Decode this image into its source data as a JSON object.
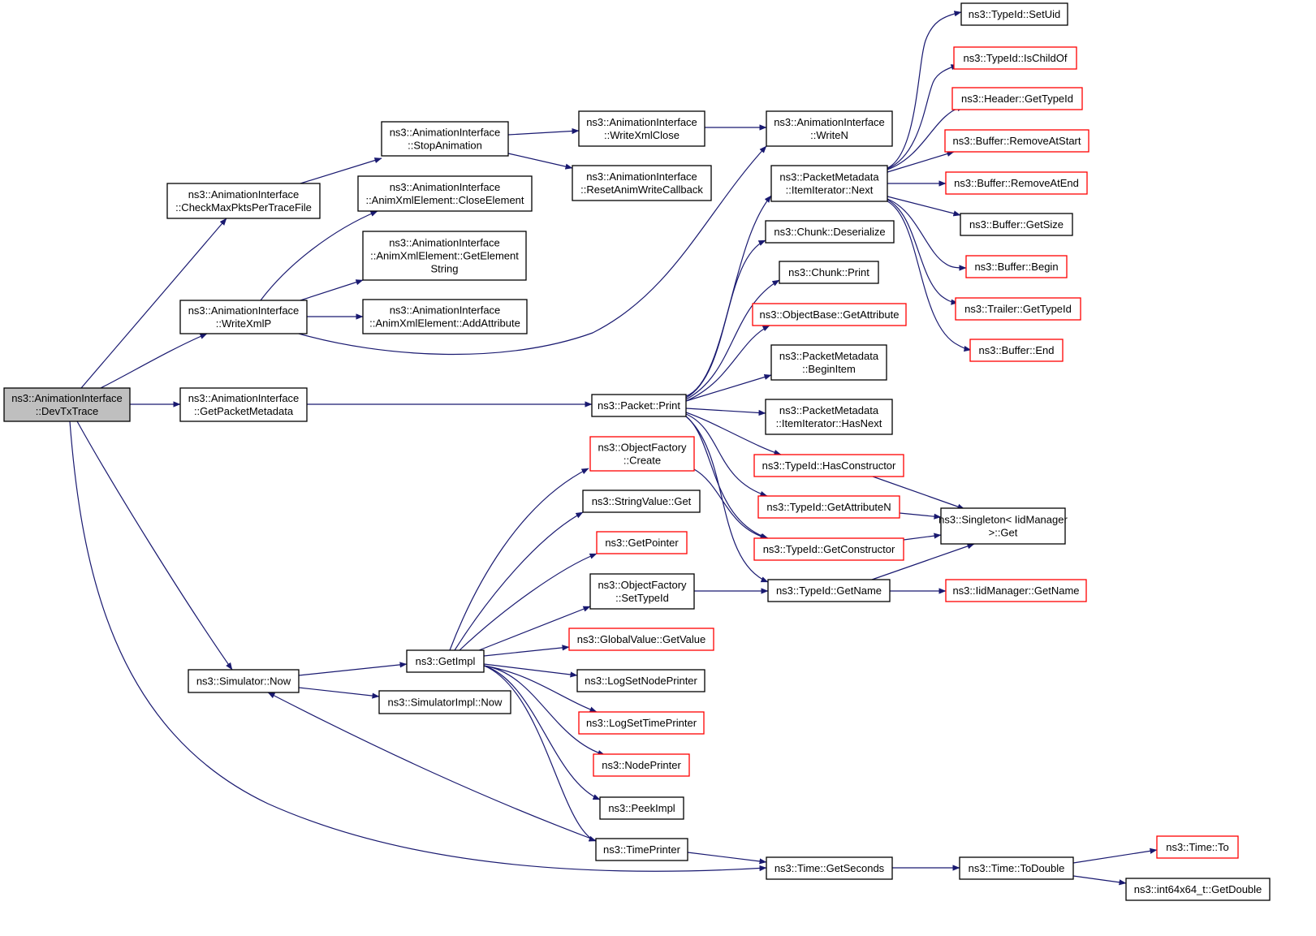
{
  "colors": {
    "edge": "#191970",
    "normal_border": "#000000",
    "truncated_border": "#ff0000",
    "root_fill": "#bfbfbf",
    "node_fill": "#ffffff"
  },
  "nodes": [
    {
      "id": "devtx",
      "lines": [
        "ns3::AnimationInterface",
        "::DevTxTrace"
      ],
      "kind": "root"
    },
    {
      "id": "checkmax",
      "lines": [
        "ns3::AnimationInterface",
        "::CheckMaxPktsPerTraceFile"
      ],
      "kind": "normal"
    },
    {
      "id": "writexmlp",
      "lines": [
        "ns3::AnimationInterface",
        "::WriteXmlP"
      ],
      "kind": "normal"
    },
    {
      "id": "getpktmeta",
      "lines": [
        "ns3::AnimationInterface",
        "::GetPacketMetadata"
      ],
      "kind": "normal"
    },
    {
      "id": "simnow",
      "lines": [
        "ns3::Simulator::Now"
      ],
      "kind": "normal"
    },
    {
      "id": "stopanim",
      "lines": [
        "ns3::AnimationInterface",
        "::StopAnimation"
      ],
      "kind": "normal"
    },
    {
      "id": "closeel",
      "lines": [
        "ns3::AnimationInterface",
        "::AnimXmlElement::CloseElement"
      ],
      "kind": "normal"
    },
    {
      "id": "getelstr",
      "lines": [
        "ns3::AnimationInterface",
        "::AnimXmlElement::GetElement",
        "String"
      ],
      "kind": "normal"
    },
    {
      "id": "addattr",
      "lines": [
        "ns3::AnimationInterface",
        "::AnimXmlElement::AddAttribute"
      ],
      "kind": "normal"
    },
    {
      "id": "writexmlclose",
      "lines": [
        "ns3::AnimationInterface",
        "::WriteXmlClose"
      ],
      "kind": "normal"
    },
    {
      "id": "resetanim",
      "lines": [
        "ns3::AnimationInterface",
        "::ResetAnimWriteCallback"
      ],
      "kind": "normal"
    },
    {
      "id": "writen",
      "lines": [
        "ns3::AnimationInterface",
        "::WriteN"
      ],
      "kind": "normal"
    },
    {
      "id": "pktprint",
      "lines": [
        "ns3::Packet::Print"
      ],
      "kind": "normal"
    },
    {
      "id": "getimpl",
      "lines": [
        "ns3::GetImpl"
      ],
      "kind": "normal"
    },
    {
      "id": "simimplnow",
      "lines": [
        "ns3::SimulatorImpl::Now"
      ],
      "kind": "normal"
    },
    {
      "id": "itnext",
      "lines": [
        "ns3::PacketMetadata",
        "::ItemIterator::Next"
      ],
      "kind": "normal"
    },
    {
      "id": "chunkdeser",
      "lines": [
        "ns3::Chunk::Deserialize"
      ],
      "kind": "normal"
    },
    {
      "id": "chunkprint",
      "lines": [
        "ns3::Chunk::Print"
      ],
      "kind": "normal"
    },
    {
      "id": "objgetattr",
      "lines": [
        "ns3::ObjectBase::GetAttribute"
      ],
      "kind": "truncated"
    },
    {
      "id": "beginitem",
      "lines": [
        "ns3::PacketMetadata",
        "::BeginItem"
      ],
      "kind": "normal"
    },
    {
      "id": "hasnext",
      "lines": [
        "ns3::PacketMetadata",
        "::ItemIterator::HasNext"
      ],
      "kind": "normal"
    },
    {
      "id": "hasctor",
      "lines": [
        "ns3::TypeId::HasConstructor"
      ],
      "kind": "truncated"
    },
    {
      "id": "getattrn",
      "lines": [
        "ns3::TypeId::GetAttributeN"
      ],
      "kind": "truncated"
    },
    {
      "id": "getctor",
      "lines": [
        "ns3::TypeId::GetConstructor"
      ],
      "kind": "truncated"
    },
    {
      "id": "tidgetname",
      "lines": [
        "ns3::TypeId::GetName"
      ],
      "kind": "normal"
    },
    {
      "id": "ofcreate",
      "lines": [
        "ns3::ObjectFactory",
        "::Create"
      ],
      "kind": "truncated"
    },
    {
      "id": "strvalget",
      "lines": [
        "ns3::StringValue::Get"
      ],
      "kind": "normal"
    },
    {
      "id": "getpointer",
      "lines": [
        "ns3::GetPointer"
      ],
      "kind": "truncated"
    },
    {
      "id": "ofsettypeid",
      "lines": [
        "ns3::ObjectFactory",
        "::SetTypeId"
      ],
      "kind": "normal"
    },
    {
      "id": "gvgetvalue",
      "lines": [
        "ns3::GlobalValue::GetValue"
      ],
      "kind": "truncated"
    },
    {
      "id": "logsetnode",
      "lines": [
        "ns3::LogSetNodePrinter"
      ],
      "kind": "normal"
    },
    {
      "id": "logsettime",
      "lines": [
        "ns3::LogSetTimePrinter"
      ],
      "kind": "truncated"
    },
    {
      "id": "nodeprinter",
      "lines": [
        "ns3::NodePrinter"
      ],
      "kind": "truncated"
    },
    {
      "id": "peekimpl",
      "lines": [
        "ns3::PeekImpl"
      ],
      "kind": "normal"
    },
    {
      "id": "timeprinter",
      "lines": [
        "ns3::TimePrinter"
      ],
      "kind": "normal"
    },
    {
      "id": "timegetsec",
      "lines": [
        "ns3::Time::GetSeconds"
      ],
      "kind": "normal"
    },
    {
      "id": "timetodouble",
      "lines": [
        "ns3::Time::ToDouble"
      ],
      "kind": "normal"
    },
    {
      "id": "timeto",
      "lines": [
        "ns3::Time::To"
      ],
      "kind": "truncated"
    },
    {
      "id": "int64getdouble",
      "lines": [
        "ns3::int64x64_t::GetDouble"
      ],
      "kind": "normal"
    },
    {
      "id": "singleton",
      "lines": [
        "ns3::Singleton< IidManager",
        ">::Get"
      ],
      "kind": "normal"
    },
    {
      "id": "iidgetname",
      "lines": [
        "ns3::IidManager::GetName"
      ],
      "kind": "truncated"
    },
    {
      "id": "setuid",
      "lines": [
        "ns3::TypeId::SetUid"
      ],
      "kind": "normal"
    },
    {
      "id": "ischildof",
      "lines": [
        "ns3::TypeId::IsChildOf"
      ],
      "kind": "truncated"
    },
    {
      "id": "hdrgettypeid",
      "lines": [
        "ns3::Header::GetTypeId"
      ],
      "kind": "truncated"
    },
    {
      "id": "bufremstart",
      "lines": [
        "ns3::Buffer::RemoveAtStart"
      ],
      "kind": "truncated"
    },
    {
      "id": "bufremend",
      "lines": [
        "ns3::Buffer::RemoveAtEnd"
      ],
      "kind": "truncated"
    },
    {
      "id": "bufgetsize",
      "lines": [
        "ns3::Buffer::GetSize"
      ],
      "kind": "normal"
    },
    {
      "id": "bufbegin",
      "lines": [
        "ns3::Buffer::Begin"
      ],
      "kind": "truncated"
    },
    {
      "id": "trlgettypeid",
      "lines": [
        "ns3::Trailer::GetTypeId"
      ],
      "kind": "truncated"
    },
    {
      "id": "bufend",
      "lines": [
        "ns3::Buffer::End"
      ],
      "kind": "truncated"
    }
  ],
  "edges": [
    [
      "devtx",
      "checkmax"
    ],
    [
      "devtx",
      "writexmlp"
    ],
    [
      "devtx",
      "getpktmeta"
    ],
    [
      "devtx",
      "simnow"
    ],
    [
      "devtx",
      "timegetsec"
    ],
    [
      "checkmax",
      "stopanim"
    ],
    [
      "stopanim",
      "writexmlclose"
    ],
    [
      "stopanim",
      "resetanim"
    ],
    [
      "writexmlclose",
      "writen"
    ],
    [
      "writexmlp",
      "closeel"
    ],
    [
      "writexmlp",
      "getelstr"
    ],
    [
      "writexmlp",
      "addattr"
    ],
    [
      "writexmlp",
      "writen"
    ],
    [
      "getpktmeta",
      "pktprint"
    ],
    [
      "pktprint",
      "itnext"
    ],
    [
      "pktprint",
      "chunkdeser"
    ],
    [
      "pktprint",
      "chunkprint"
    ],
    [
      "pktprint",
      "objgetattr"
    ],
    [
      "pktprint",
      "beginitem"
    ],
    [
      "pktprint",
      "hasnext"
    ],
    [
      "pktprint",
      "hasctor"
    ],
    [
      "pktprint",
      "getattrn"
    ],
    [
      "pktprint",
      "getctor"
    ],
    [
      "pktprint",
      "tidgetname"
    ],
    [
      "itnext",
      "setuid"
    ],
    [
      "itnext",
      "ischildof"
    ],
    [
      "itnext",
      "hdrgettypeid"
    ],
    [
      "itnext",
      "bufremstart"
    ],
    [
      "itnext",
      "bufremend"
    ],
    [
      "itnext",
      "bufgetsize"
    ],
    [
      "itnext",
      "bufbegin"
    ],
    [
      "itnext",
      "trlgettypeid"
    ],
    [
      "itnext",
      "bufend"
    ],
    [
      "hasctor",
      "singleton"
    ],
    [
      "getattrn",
      "singleton"
    ],
    [
      "getctor",
      "singleton"
    ],
    [
      "tidgetname",
      "singleton"
    ],
    [
      "tidgetname",
      "iidgetname"
    ],
    [
      "simnow",
      "getimpl"
    ],
    [
      "simnow",
      "simimplnow"
    ],
    [
      "getimpl",
      "ofcreate"
    ],
    [
      "getimpl",
      "strvalget"
    ],
    [
      "getimpl",
      "getpointer"
    ],
    [
      "getimpl",
      "ofsettypeid"
    ],
    [
      "getimpl",
      "gvgetvalue"
    ],
    [
      "getimpl",
      "logsetnode"
    ],
    [
      "getimpl",
      "logsettime"
    ],
    [
      "getimpl",
      "nodeprinter"
    ],
    [
      "getimpl",
      "peekimpl"
    ],
    [
      "getimpl",
      "timeprinter"
    ],
    [
      "ofcreate",
      "getctor"
    ],
    [
      "ofsettypeid",
      "tidgetname"
    ],
    [
      "timeprinter",
      "simnow"
    ],
    [
      "timeprinter",
      "timegetsec"
    ],
    [
      "timegetsec",
      "timetodouble"
    ],
    [
      "timetodouble",
      "timeto"
    ],
    [
      "timetodouble",
      "int64getdouble"
    ]
  ]
}
